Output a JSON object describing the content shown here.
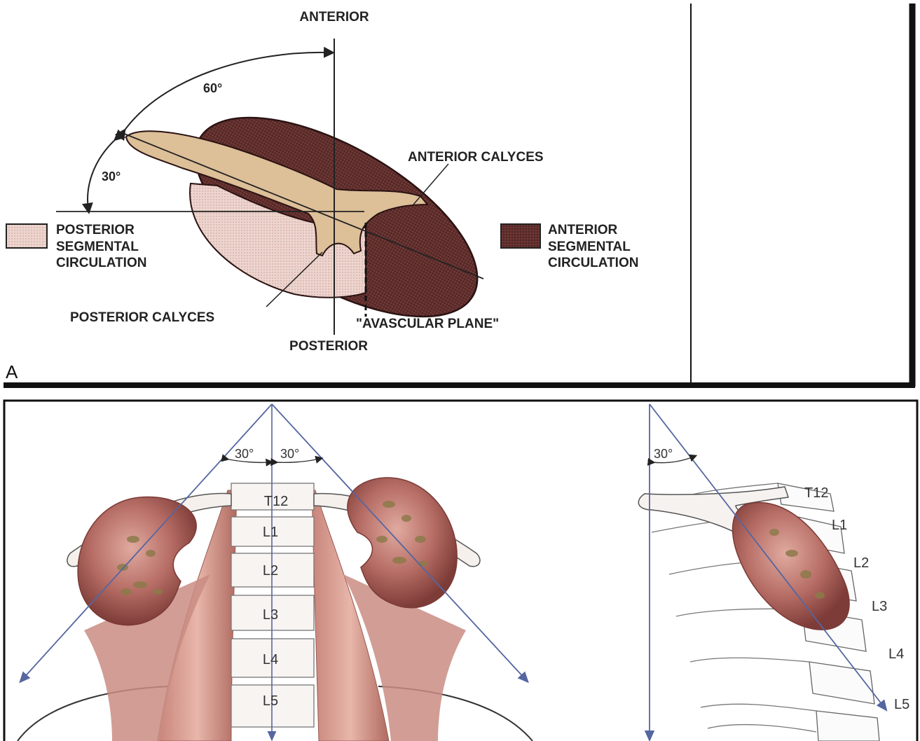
{
  "top_panel": {
    "panel_letter": "A",
    "labels": {
      "anterior": "ANTERIOR",
      "posterior": "POSTERIOR",
      "angle_60": "60°",
      "angle_30": "30°",
      "anterior_calyces": "ANTERIOR CALYCES",
      "posterior_calyces": "POSTERIOR CALYCES",
      "avascular_plane": "\"AVASCULAR PLANE\""
    },
    "legend": {
      "posterior": [
        "POSTERIOR",
        "SEGMENTAL",
        "CIRCULATION"
      ],
      "anterior": [
        "ANTERIOR",
        "SEGMENTAL",
        "CIRCULATION"
      ]
    },
    "colors": {
      "anterior_segment": "#5e2e2c",
      "posterior_segment": "#ead2cb",
      "pelvis": "#ddbf98"
    }
  },
  "bottom_panel": {
    "posterior_view": {
      "angle_left": "30°",
      "angle_right": "30°",
      "vertebrae": [
        "T12",
        "L1",
        "L2",
        "L3",
        "L4",
        "L5"
      ]
    },
    "lateral_view": {
      "angle": "30°",
      "vertebrae": [
        "T12",
        "L1",
        "L2",
        "L3",
        "L4",
        "L5"
      ]
    }
  }
}
